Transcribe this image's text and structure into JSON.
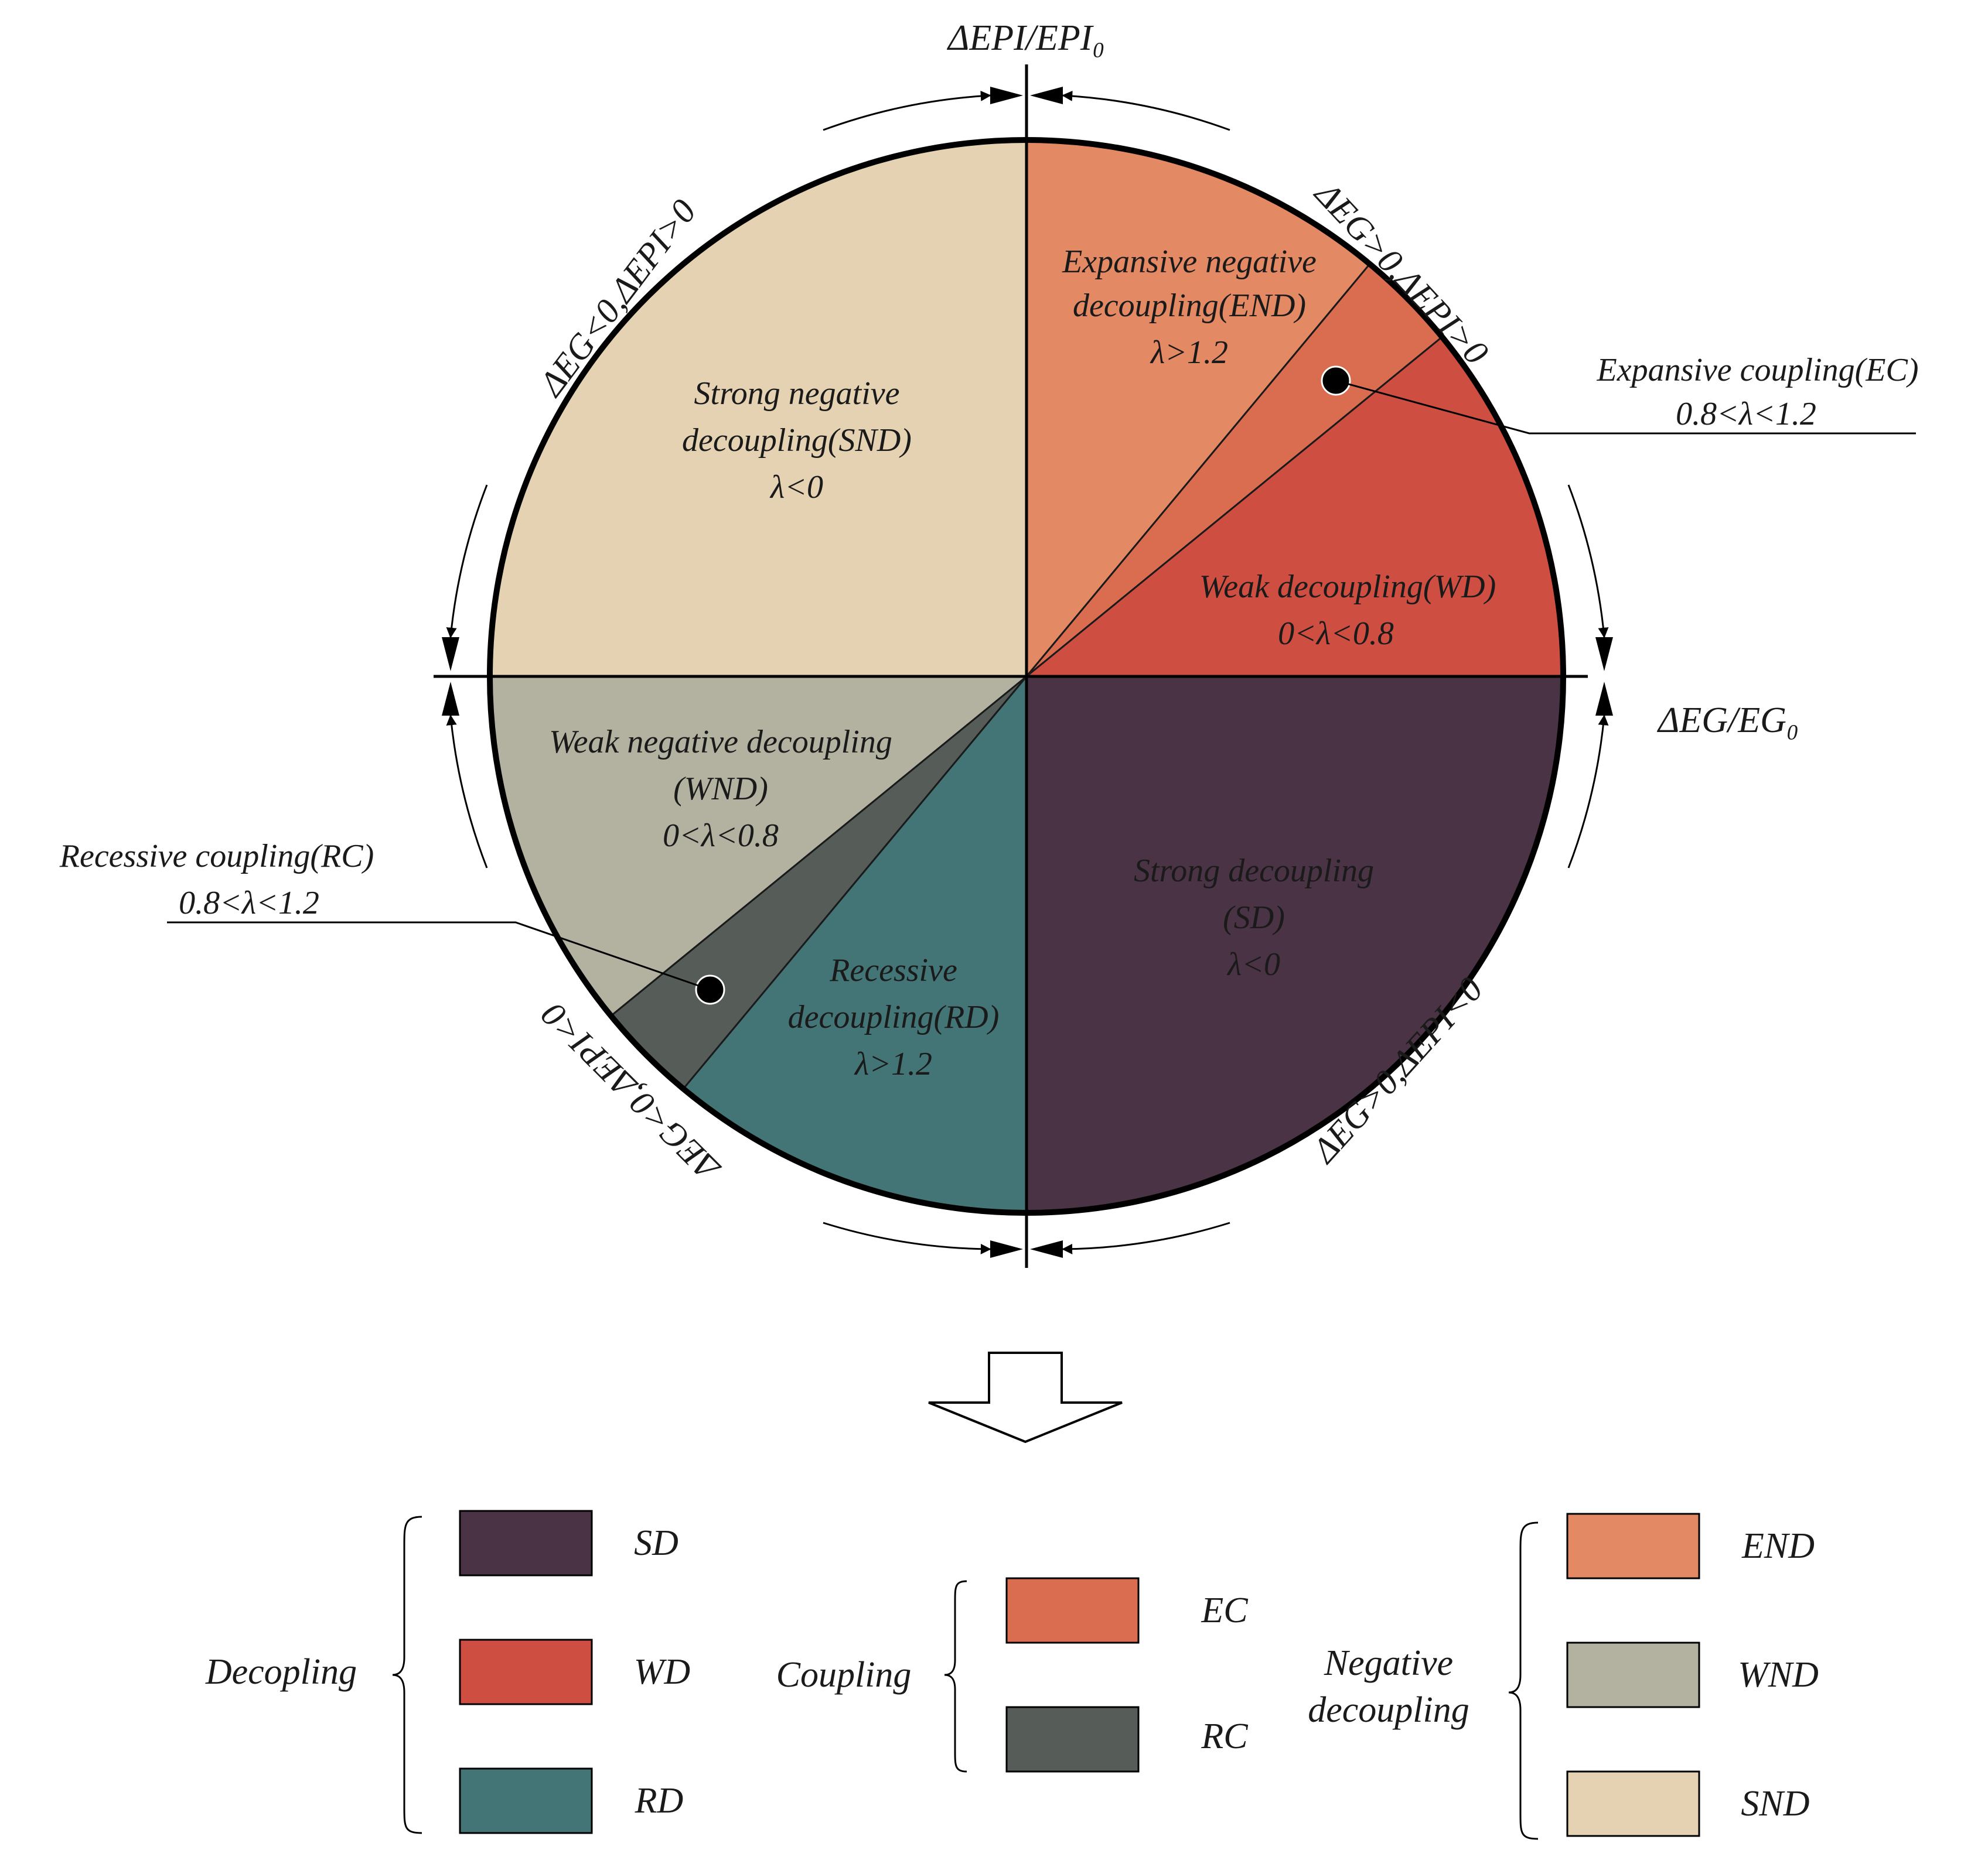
{
  "axes": {
    "y_label": "ΔEPI/EPI₀",
    "x_label": "ΔEG/EG₀"
  },
  "quadrants": {
    "q1": "ΔEG>0,ΔEPI>0",
    "q2": "ΔEG<0,ΔEPI>0",
    "q3": "ΔEG<0,ΔEPI<0",
    "q4": "ΔEG>0,ΔEPI<0"
  },
  "sectors": {
    "snd": {
      "line1": "Strong negative",
      "line2": "decoupling(SND)",
      "cond": "λ<0",
      "color": "#E4D2B2"
    },
    "end": {
      "line1": "Expansive negative",
      "line2": "decoupling(END)",
      "cond": "λ>1.2",
      "color": "#E38963"
    },
    "ec": {
      "line1": "Expansive coupling(EC)",
      "cond": "0.8<λ<1.2",
      "color": "#DA6C50"
    },
    "wd": {
      "line1": "Weak decoupling(WD)",
      "cond": "0<λ<0.8",
      "color": "#CF4E42"
    },
    "sd": {
      "line1": "Strong decoupling",
      "line2": "(SD)",
      "cond": "λ<0",
      "color": "#4A3344"
    },
    "rd": {
      "line1": "Recessive",
      "line2": "decoupling(RD)",
      "cond": "λ>1.2",
      "color": "#437476"
    },
    "rc": {
      "line1": "Recessive coupling(RC)",
      "cond": "0.8<λ<1.2",
      "color": "#565D58"
    },
    "wnd": {
      "line1": "Weak negative decoupling",
      "line2": "(WND)",
      "cond": "0<λ<0.8",
      "color": "#B3B2A0"
    }
  },
  "legend": {
    "groups": [
      {
        "title": "Decopling",
        "items": [
          "SD",
          "WD",
          "RD"
        ],
        "colors": [
          "#4A3344",
          "#CF4E42",
          "#437476"
        ]
      },
      {
        "title": "Coupling",
        "items": [
          "EC",
          "RC"
        ],
        "colors": [
          "#DA6C50",
          "#565D58"
        ]
      },
      {
        "title_line1": "Negative",
        "title_line2": "decoupling",
        "items": [
          "END",
          "WND",
          "SND"
        ],
        "colors": [
          "#E38963",
          "#B3B2A0",
          "#E4D2B2"
        ]
      }
    ]
  }
}
